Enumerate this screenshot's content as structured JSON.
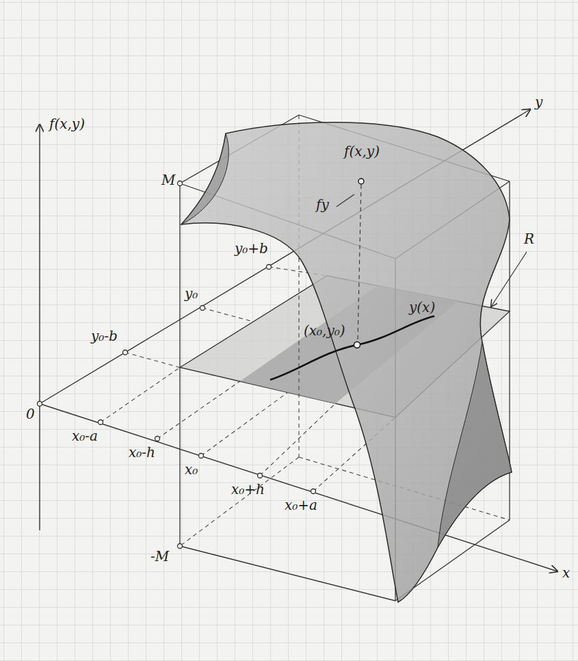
{
  "diagram": {
    "labels": [
      "f(x,y)",
      "M",
      "f(x,y)",
      "fy",
      "y",
      "y₀+b",
      "R",
      "y₀",
      "(x₀,y₀)",
      "y(x)",
      "y₀-b",
      "0",
      "x₀-a",
      "x₀-h",
      "x₀",
      "x₀+h",
      "x₀+a",
      "x",
      "-M"
    ]
  }
}
